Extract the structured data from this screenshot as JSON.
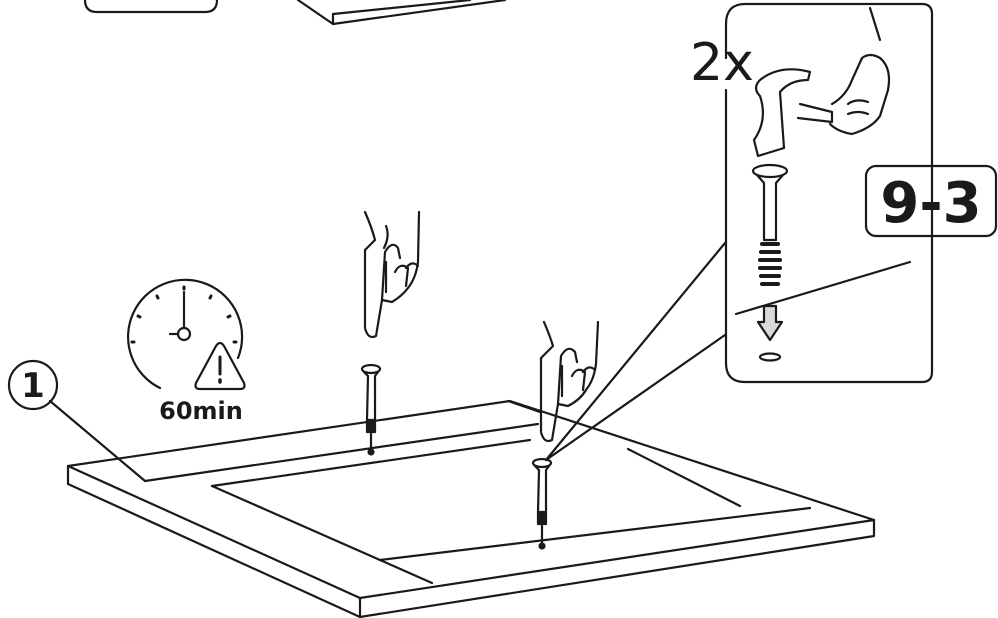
{
  "step": {
    "count_label": "2x",
    "part_code": "9-3",
    "part_ref": "1",
    "wait_time": "60min"
  },
  "icons": [
    "hand-pointing-icon",
    "hammer-icon",
    "clock-icon",
    "warning-icon",
    "arrow-down-icon",
    "screw-icon"
  ],
  "colors": {
    "stroke": "#1a1a1a",
    "background": "#ffffff",
    "shade": "#d9d9d9"
  }
}
